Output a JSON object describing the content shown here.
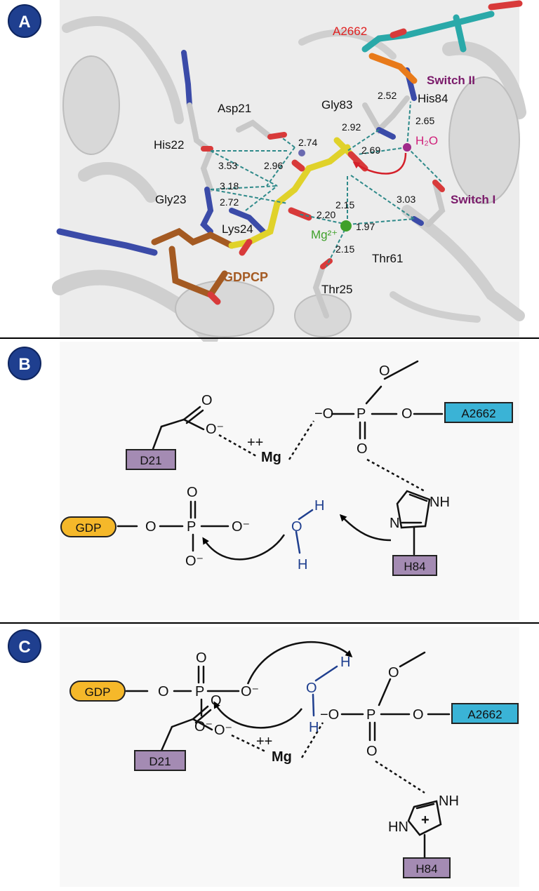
{
  "panels": {
    "a": {
      "badge": "A",
      "residues": {
        "a2662": "A2662",
        "switch2": "Switch II",
        "his84": "His84",
        "gly83": "Gly83",
        "asp21": "Asp21",
        "his22": "His22",
        "gly23": "Gly23",
        "lys24": "Lys24",
        "h2o": "H₂O",
        "switch1": "Switch I",
        "mg": "Mg²⁺",
        "thr61": "Thr61",
        "thr25": "Thr25",
        "gdpcp": "GDPCP"
      },
      "distances": [
        "2.52",
        "2.65",
        "2.92",
        "2.74",
        "2.69",
        "3.53",
        "2.96",
        "3.18",
        "2.72",
        "3.03",
        "2.20",
        "2.15",
        "1.97",
        "2.15"
      ]
    },
    "b": {
      "badge": "B",
      "boxes": {
        "a2662": "A2662",
        "d21": "D21",
        "gdp": "GDP",
        "h84": "H84"
      },
      "atoms": {
        "o_top": "O",
        "o_minus_left": "−O",
        "p": "P",
        "o_right": "O",
        "o_double": "O",
        "o_carb": "O",
        "o_carb_minus": "O⁻",
        "mg_charge": "++",
        "mg": "Mg",
        "nh": "NH",
        "n": "N",
        "gdp_o": "O",
        "gdp_p": "P",
        "gdp_o_top": "O",
        "gdp_o_right": "O⁻",
        "gdp_o_bottom": "O⁻",
        "w_o": "O",
        "w_h_top": "H",
        "w_h_bottom": "H"
      }
    },
    "c": {
      "badge": "C",
      "boxes": {
        "a2662": "A2662",
        "d21": "D21",
        "gdp": "GDP",
        "h84": "H84"
      },
      "atoms": {
        "o_top": "O",
        "o_minus_left": "−O",
        "p": "P",
        "o_right": "O",
        "o_double": "O",
        "o_carb": "O",
        "o_carb_minus": "O⁻",
        "mg_charge": "++",
        "mg": "Mg",
        "nh": "NH",
        "hn": "HN",
        "plus": "+",
        "gdp_o": "O",
        "gdp_p": "P",
        "gdp_o_top": "O",
        "gdp_o_right": "O⁻",
        "gdp_o_bottom": "O⁻",
        "w_o": "O",
        "w_h_top": "H",
        "w_h_bottom": "H"
      }
    }
  },
  "colors": {
    "badge": "#1f3f8f",
    "a2662_box": "#3ab3d6",
    "residue_box": "#a48bb3",
    "gdp_box": "#f5b82a",
    "water": "#1f3f8f",
    "hbond": "#2f8a8a",
    "mg": "#3fa02a",
    "gdpcp": "#a45a22",
    "switch": "#7a1a6a",
    "a2662_label": "#e02020"
  }
}
